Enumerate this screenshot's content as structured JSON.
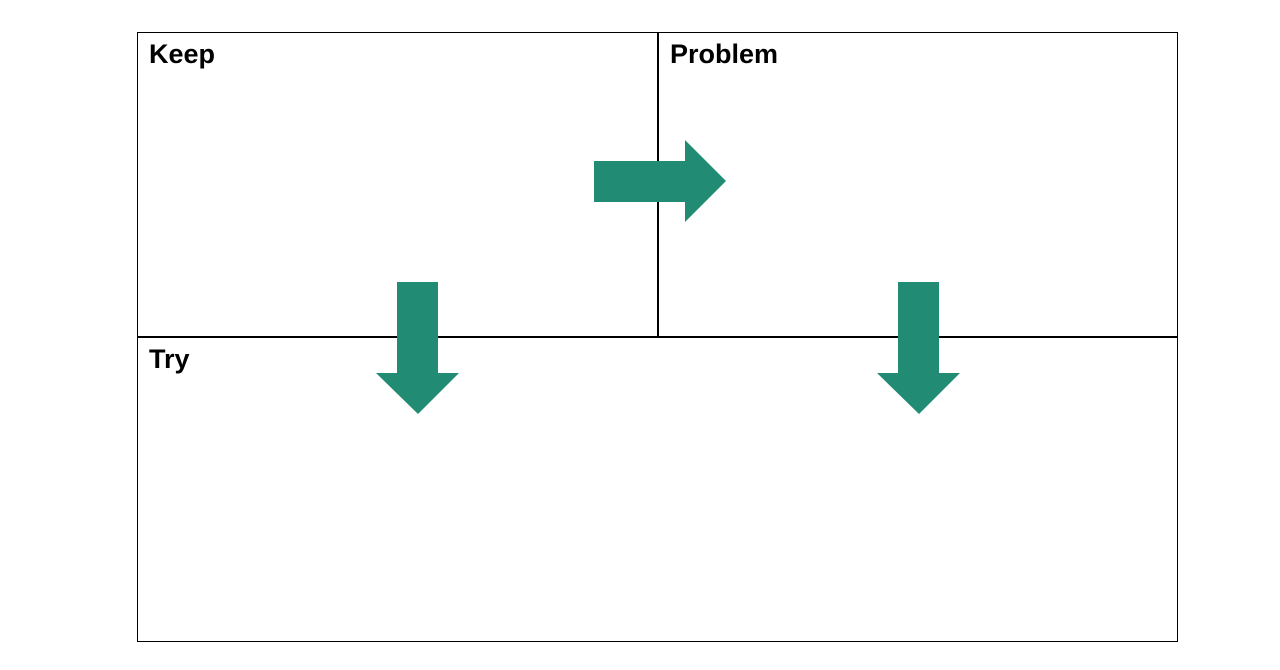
{
  "quadrants": {
    "keep": "Keep",
    "problem": "Problem",
    "try": "Try"
  },
  "arrow_color": "#228B73"
}
